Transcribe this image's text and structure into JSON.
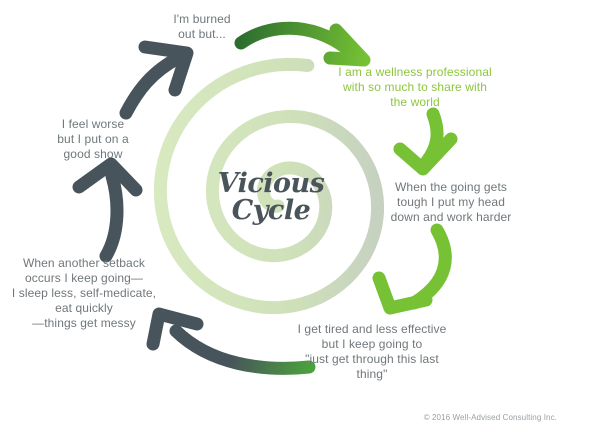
{
  "diagram": {
    "title_line1": "Vicious",
    "title_line2": "Cycle",
    "stages": [
      {
        "name": "burned-out",
        "text": "I'm burned\nout but...",
        "color": "gray"
      },
      {
        "name": "wellness-professional",
        "text": "I am a wellness professional\nwith so much to share with\nthe world",
        "color": "green"
      },
      {
        "name": "work-harder",
        "text": "When the going gets\ntough I put my head\ndown and work harder",
        "color": "gray"
      },
      {
        "name": "tired-less-effective",
        "text": "I get tired and less effective\nbut I keep going to\n\"just get through this last\nthing\"",
        "color": "gray"
      },
      {
        "name": "another-setback",
        "text": "When another setback\noccurs I keep going—\nI sleep less, self-medicate,\neat quickly\n—things get messy",
        "color": "gray"
      },
      {
        "name": "feel-worse",
        "text": "I feel worse\nbut I put on a\ngood show",
        "color": "gray"
      }
    ],
    "copyright": "© 2016 Well-Advised Consulting Inc.",
    "colors": {
      "bright_green": "#76c234",
      "text_green": "#8dc63f",
      "dark_green": "#2d6e2f",
      "mid_green": "#4ba23c",
      "slate": "#48545c",
      "text_gray": "#70777b",
      "title_slate": "#4a555b",
      "copyright_gray": "#9aa0a4",
      "spiral_green": "#d9eac1",
      "spiral_mid": "#cfe1b9",
      "spiral_sage": "#c4cec2"
    }
  }
}
